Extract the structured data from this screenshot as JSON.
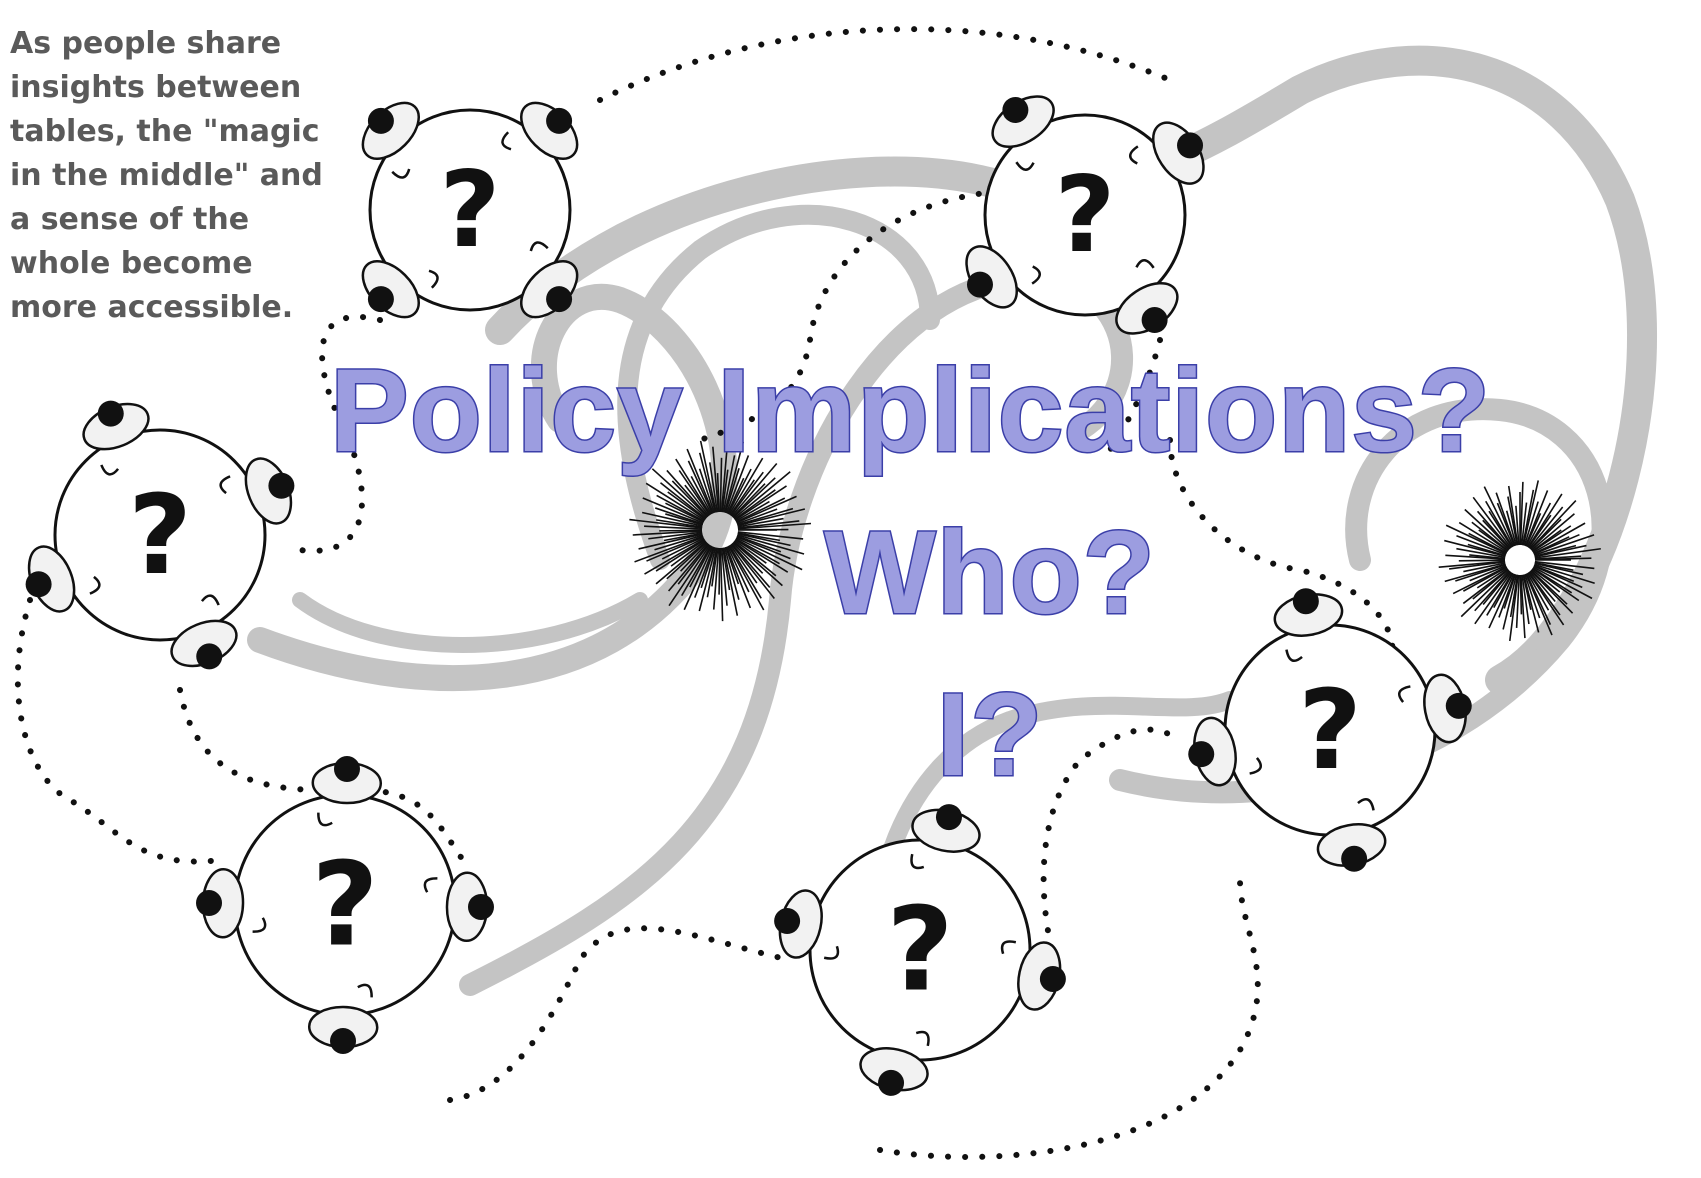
{
  "caption": "As people share\ninsights between\ntables, the \"magic\nin the middle\" and\na sense of the\nwhole become\nmore accessible.",
  "headline": {
    "line1": "Policy Implications?",
    "line2": "Who?",
    "line3": "I?"
  },
  "table_symbol": "?",
  "colors": {
    "headline_fill": "#9c9de0",
    "headline_stroke": "#3b3fa8",
    "swirl": "#c4c4c4",
    "ink": "#111111",
    "caption": "#5a5a5a"
  }
}
